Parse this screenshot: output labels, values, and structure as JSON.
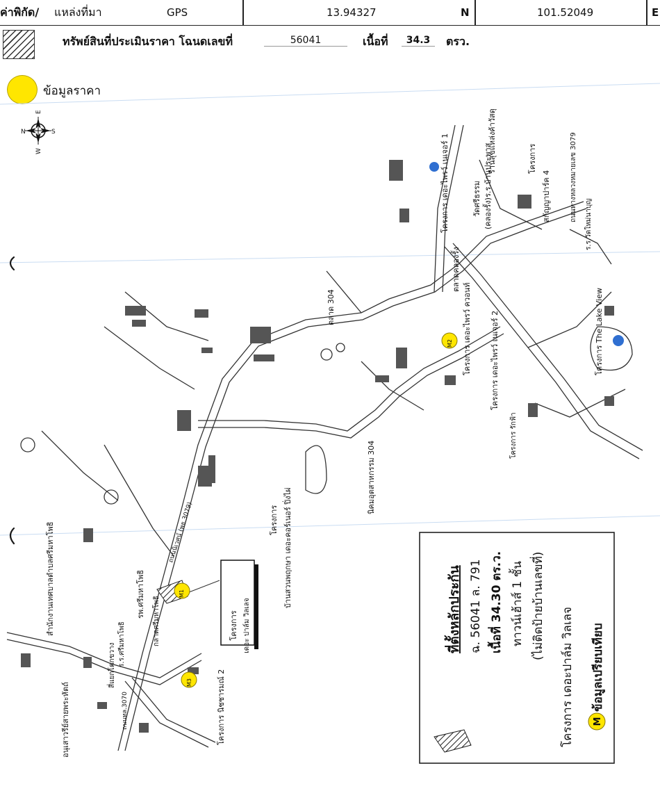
{
  "header": {
    "coord_label": "ค่าพิกัด/",
    "source_label": "แหล่งที่มา",
    "source_value": "GPS",
    "lat_value": "13.94327",
    "n_label": "N",
    "lon_value": "101.52049",
    "e_label": "E"
  },
  "property": {
    "label": "ทรัพย์สินที่ประเมินราคา โฉนดเลขที่",
    "deed_no": "56041",
    "area_label": "เนื้อที่",
    "area_value": "34.3",
    "area_unit": "ตรว."
  },
  "legend": {
    "price_label": "ข้อมูลราคา"
  },
  "compass": {
    "n": "N",
    "e": "E",
    "s": "S",
    "w": "W"
  },
  "map_labels": {
    "project_the_palm": [
      "โครงการ",
      "เดอะ ปาล์ม วิลเลจ"
    ],
    "nonthawat_road": "ถนนนิเวศน์ (พธ.3079)",
    "m_markers": [
      "M1",
      "M2",
      "M3"
    ],
    "rph": "รพ.ศรีมหาโพธิ",
    "sri_maha_pho_school": "ร.ร.ศรีมหาโพธิ",
    "sri_maha_pho_junction": "สี่แยกโคกขวาง",
    "memorial": "อนุเสาวรีย์สายพระหัตถ์",
    "tambon_office": "สำนักงานเทศบาลตำบลศรีมหาโพธิ",
    "road_3070": "ถนนทล.3070",
    "sri_maha_pho_market": "กลาดศรีมหาโพธิ",
    "project_nitcharamoon": "โครงการ นิชชารมณ์ 2",
    "project_phrakanta": [
      "โครงการ",
      "บ้านสวนพฤกษา เดอะคอร์เนอร์ ปิ่งไผ่"
    ],
    "industrial_304": "นิคมอุตสาหกรรม 304",
    "market_304": "ตลาด 304",
    "khlong_rang_market": "ตลาดคลองรั้ง",
    "project_nature": "โครงการ เดอะไพรว์ เนเจอร์ 1",
    "project_city": "โครงการ เดอะไพรว์ ควอนท์",
    "project_jasmine": "โครงการ เดอะไพรว์ เนเจอร์ 2",
    "project_rakfa": "โครงการ รักฟ้า",
    "wat_khlong": "วัดศรีธรรม",
    "khlong_rang_school": "(คลองรั้ง)ร.ร.บ้านประพาส",
    "project_the_lake": "โครงการ The Lake View",
    "project_gruduang": [
      "โครงการ",
      "สกัญญาปาร์ค 4"
    ],
    "road_3079": "ถนนทางหลวงหมายเลข 3079",
    "wat_mai": "ร.ร.วัดใหม่นาบุญ",
    "shop_shrine": "ร้านสุขแหล่งค้าวัสดุ"
  },
  "subject_box": {
    "title": "ที่ตั้งหลักประกัน",
    "lines": [
      "ฉ. 56041 ล. 791",
      "เนื้อที่ 34.30 ตร.ว.",
      "ทาวน์เฮ้าส์ 1 ชั้น",
      "(ไม่ติดป้ายบ้านเลขที่)",
      "โครงการ เดอะปาล์ม วิลเลจ"
    ],
    "marker": "M",
    "marker_caption": "ข้อมูลเปรียบเทียบ"
  }
}
